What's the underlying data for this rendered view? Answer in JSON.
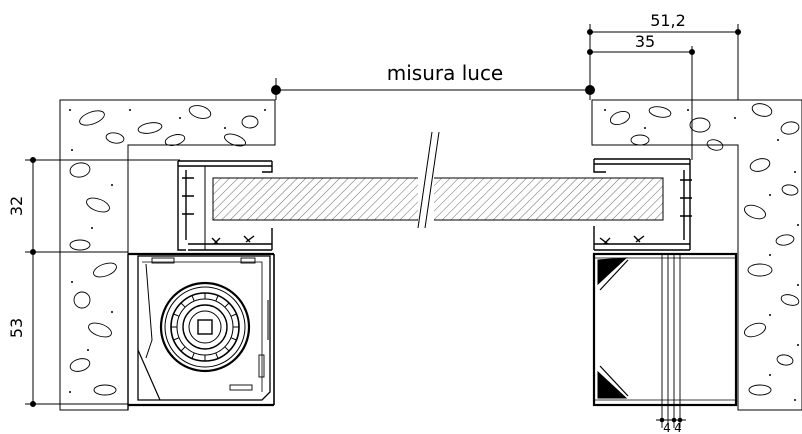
{
  "labels": {
    "opening": "misura luce",
    "dim_total": "51,2",
    "dim_inner": "35",
    "dim_top_height": "32",
    "dim_box_height": "53",
    "dim_small_a": "4",
    "dim_small_b": "4"
  },
  "colors": {
    "line": "#000000",
    "hatch": "#333333",
    "background": "#ffffff"
  },
  "icons": {
    "roller": "roller-drum-icon",
    "rock": "aggregate-stone-icon"
  }
}
